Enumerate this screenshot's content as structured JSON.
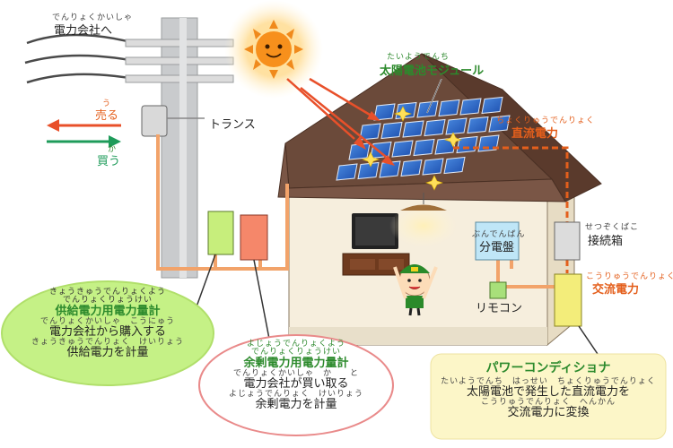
{
  "labels": {
    "denryoku_ruby": "でんりょくかいしゃ",
    "denryoku": "電力会社へ",
    "uru_ruby": "う",
    "uru": "売る",
    "kau_ruby": "か",
    "kau": "買う",
    "trans": "トランス",
    "module_ruby": "たいようでんち",
    "module": "太陽電池モジュール",
    "chokuryu_ruby": "ちょくりゅうでんりょく",
    "chokuryu": "直流電力",
    "setsuzoku_ruby": "せつぞくばこ",
    "setsuzoku": "接続箱",
    "bunden_ruby": "ぶんでんばん",
    "bunden": "分電盤",
    "koryu_ruby": "こうりゅうでんりょく",
    "koryu": "交流電力",
    "remote": "リモコン"
  },
  "supply_meter": {
    "title_ruby1": "きょうきゅうでんりょくよう",
    "title_ruby2": "でんりょくりょうけい",
    "title": "供給電力用電力量計",
    "line1_ruby": "でんりょくかいしゃ　こうにゅう",
    "line1": "電力会社から購入する",
    "line2_ruby": "きょうきゅうでんりょく　けいりょう",
    "line2": "供給電力を計量"
  },
  "surplus_meter": {
    "title_ruby1": "よじょうでんりょくよう",
    "title_ruby2": "でんりょくりょうけい",
    "title": "余剰電力用電力量計",
    "line1_ruby": "でんりょくかいしゃ　か　　と",
    "line1": "電力会社が買い取る",
    "line2_ruby": "よじょうでんりょく　けいりょう",
    "line2": "余剰電力を計量"
  },
  "power_conditioner": {
    "title": "パワーコンディショナ",
    "line1_ruby": "たいようでんち　はっせい　ちょくりゅうでんりょく",
    "line1": "太陽電池で発生した直流電力を",
    "line2_ruby": "こうりゅうでんりょく　へんかん",
    "line2": "交流電力に変換"
  },
  "colors": {
    "green": "#2c8a2c",
    "orange": "#e45f1c",
    "wire": "#f2a36a",
    "roof": "#6b4a3a",
    "wall": "#f6eedd"
  }
}
